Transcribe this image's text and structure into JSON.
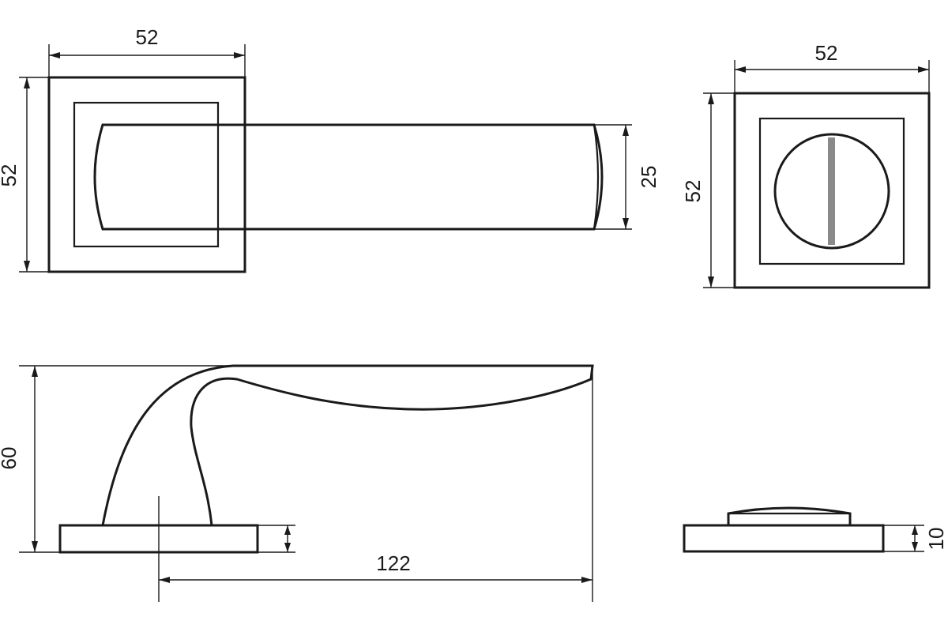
{
  "dimensions": {
    "handle_top_width": "52",
    "handle_top_height": "52",
    "lever_width": "25",
    "rosette_width": "52",
    "rosette_height": "52",
    "handle_height": "60",
    "lever_length": "122",
    "rosette_thickness": "10"
  },
  "colors": {
    "stroke": "#1a1a1a",
    "indicator": "#8a8a8a",
    "background": "#ffffff"
  }
}
